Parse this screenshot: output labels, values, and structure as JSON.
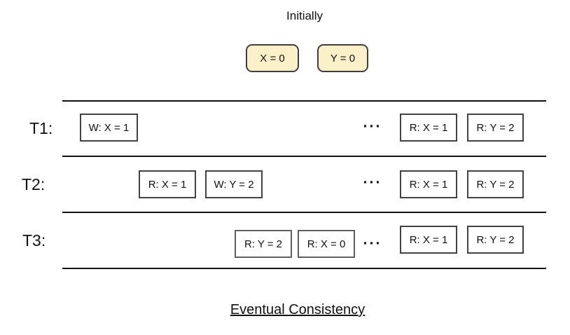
{
  "header": {
    "initially_label": "Initially",
    "initial_values": [
      "X = 0",
      "Y = 0"
    ]
  },
  "timelines": [
    {
      "label": "T1:",
      "ellipsis": "···",
      "ops": [
        "W: X = 1",
        "R: X = 1",
        "R: Y = 2"
      ]
    },
    {
      "label": "T2:",
      "ellipsis": "···",
      "ops": [
        "R: X = 1",
        "W: Y = 2",
        "R: X = 1",
        "R: Y = 2"
      ]
    },
    {
      "label": "T3:",
      "ellipsis": "···",
      "ops": [
        "R: Y = 2",
        "R: X = 0",
        "R: X = 1",
        "R: Y = 2"
      ]
    }
  ],
  "title": "Eventual Consistency",
  "colors": {
    "background": "#ffffff",
    "initial_box_fill": "#fcf0c8",
    "initial_box_border": "#3f3f3f",
    "op_box_border": "#424242",
    "op_box_border_light": "#5f5f5f",
    "timeline_line": "#111111",
    "text": "#111111"
  }
}
